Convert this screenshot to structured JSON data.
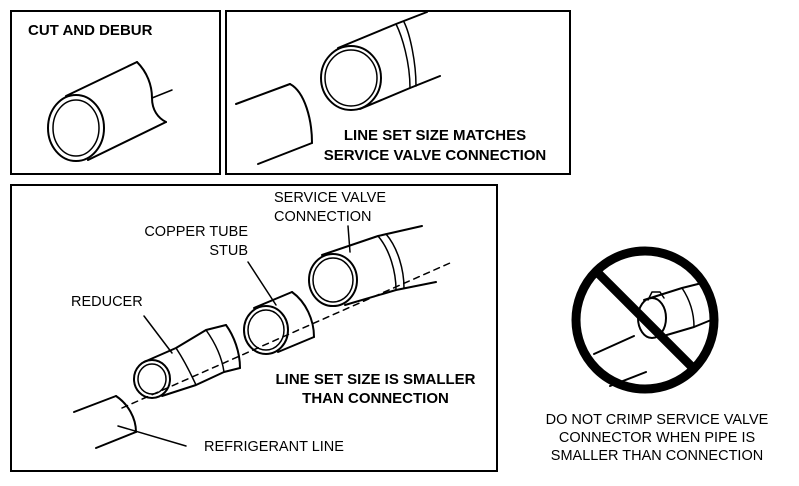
{
  "panels": {
    "cut_debur": {
      "title": "CUT AND DEBUR"
    },
    "matches": {
      "caption_line1": "LINE SET SIZE MATCHES",
      "caption_line2": "SERVICE VALVE CONNECTION"
    },
    "smaller": {
      "service_valve_line1": "SERVICE VALVE",
      "service_valve_line2": "CONNECTION",
      "copper_tube_line1": "COPPER TUBE",
      "copper_tube_line2": "STUB",
      "reducer": "REDUCER",
      "refrigerant_line": "REFRIGERANT LINE",
      "caption_line1": "LINE SET SIZE IS SMALLER",
      "caption_line2": "THAN CONNECTION"
    }
  },
  "warning": {
    "icon": "prohibition-icon",
    "line1": "DO NOT CRIMP SERVICE VALVE",
    "line2": "CONNECTOR WHEN PIPE IS",
    "line3": "SMALLER THAN CONNECTION"
  }
}
